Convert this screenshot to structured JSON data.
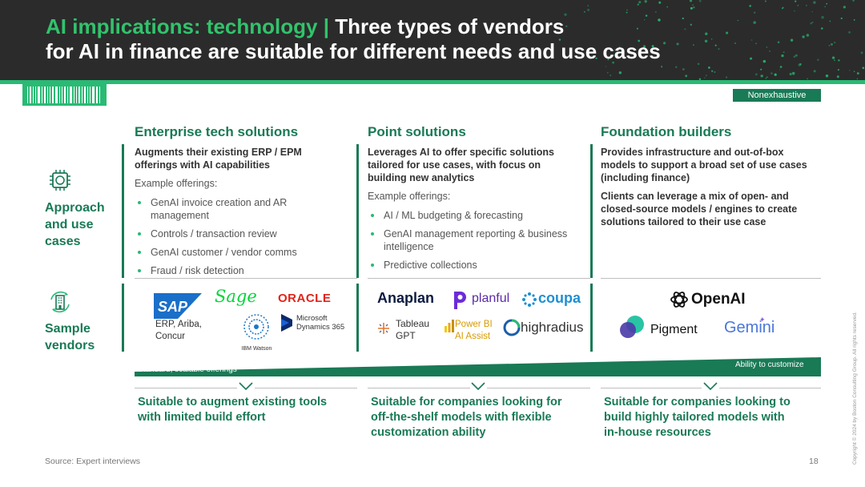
{
  "title": {
    "highlight": "AI implications: technology",
    "separator": " | ",
    "rest_line1": "Three types of vendors",
    "line2": "for AI in finance are suitable for different needs and use cases"
  },
  "badge": "Nonexhaustive",
  "rows": {
    "approach": {
      "label_lines": [
        "Approach",
        "and use",
        "cases"
      ],
      "icon": "ai-chip-icon"
    },
    "vendors": {
      "label_lines": [
        "Sample",
        "vendors"
      ],
      "icon": "building-cycle-icon"
    }
  },
  "columns": [
    {
      "title": "Enterprise tech solutions",
      "description_lines": [
        "Augments their existing ERP / EPM",
        "offerings with AI capabilities"
      ],
      "example_label": "Example offerings:",
      "bullets": [
        [
          "GenAI invoice creation and AR",
          "management"
        ],
        [
          "Controls / transaction review"
        ],
        [
          "GenAI customer / vendor comms"
        ],
        [
          "Fraud / risk detection"
        ]
      ],
      "vendors": {
        "sap": "SAP",
        "sap_caption_lines": [
          "ERP, Ariba,",
          "Concur"
        ],
        "sage": "Sage",
        "oracle": "ORACLE",
        "ibm": "IBM Watson",
        "msd_lines": [
          "Microsoft",
          "Dynamics 365"
        ]
      },
      "outcome_lines": [
        "Suitable to augment existing tools",
        "with limited build effort"
      ]
    },
    {
      "title": "Point solutions",
      "description_lines": [
        "Leverages AI to offer specific solutions",
        "tailored for use cases, with focus on",
        "building new analytics"
      ],
      "example_label": "Example offerings:",
      "bullets": [
        [
          "AI / ML budgeting & forecasting"
        ],
        [
          "GenAI management reporting & business",
          "intelligence"
        ],
        [
          "Predictive collections"
        ]
      ],
      "vendors": {
        "anaplan": "Anaplan",
        "planful": "planful",
        "coupa": "coupa",
        "tableau_lines": [
          "Tableau",
          "GPT"
        ],
        "powerbi_lines": [
          "Power BI",
          "AI Assist"
        ],
        "highradius": "highradius"
      },
      "outcome_lines": [
        "Suitable for companies looking for",
        "off-the-shelf models with flexible",
        "customization ability"
      ]
    },
    {
      "title": "Foundation builders",
      "description_lines": [
        "Provides infrastructure and out-of-box",
        "models to support a broad set of use cases",
        "(including finance)"
      ],
      "description2_lines": [
        "Clients can leverage a mix of open- and",
        "closed-source models / engines to create",
        "solutions tailored to their use case"
      ],
      "vendors": {
        "openai": "OpenAI",
        "pigment": "Pigment",
        "gemini": "Gemini"
      },
      "outcome_lines": [
        "Suitable for companies looking to",
        "build highly tailored models with",
        "in-house resources"
      ]
    }
  ],
  "spectrum": {
    "left_label": "Standard, scalable offerings",
    "right_label": "Ability to customize"
  },
  "footer": {
    "source": "Source: Expert interviews",
    "page": "18",
    "copyright": "Copyright © 2024 by Boston Consulting Group. All rights reserved."
  },
  "colors": {
    "dark_green": "#197a56",
    "bright_green": "#29ba74",
    "header_bg": "#2b2b2b"
  }
}
